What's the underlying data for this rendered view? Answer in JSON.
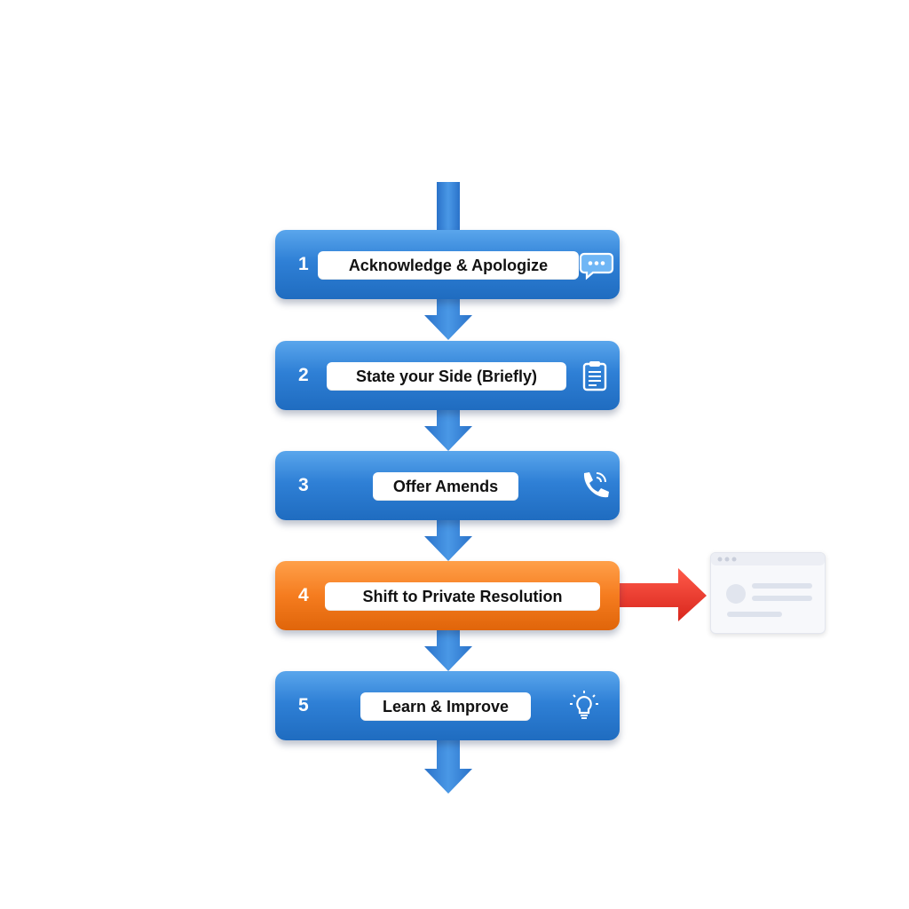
{
  "steps": [
    {
      "number": "1",
      "label": "Acknowledge & Apologize",
      "icon": "chat-bubble-icon",
      "color": "#2f80d6"
    },
    {
      "number": "2",
      "label": "State your Side (Briefly)",
      "icon": "clipboard-icon",
      "color": "#2f80d6"
    },
    {
      "number": "3",
      "label": "Offer Amends",
      "icon": "phone-icon",
      "color": "#2f80d6"
    },
    {
      "number": "4",
      "label": "Shift to Private Resolution",
      "icon": null,
      "color": "#f57c1f"
    },
    {
      "number": "5",
      "label": "Learn & Improve",
      "icon": "lightbulb-icon",
      "color": "#2f80d6"
    }
  ],
  "side_branch": {
    "from_step": "4",
    "arrow_color": "#e8382e",
    "target_icon": "browser-window-icon"
  },
  "colors": {
    "connector_blue": "#2f80d6",
    "highlight_orange": "#f57c1f",
    "side_arrow_red": "#e8382e"
  }
}
